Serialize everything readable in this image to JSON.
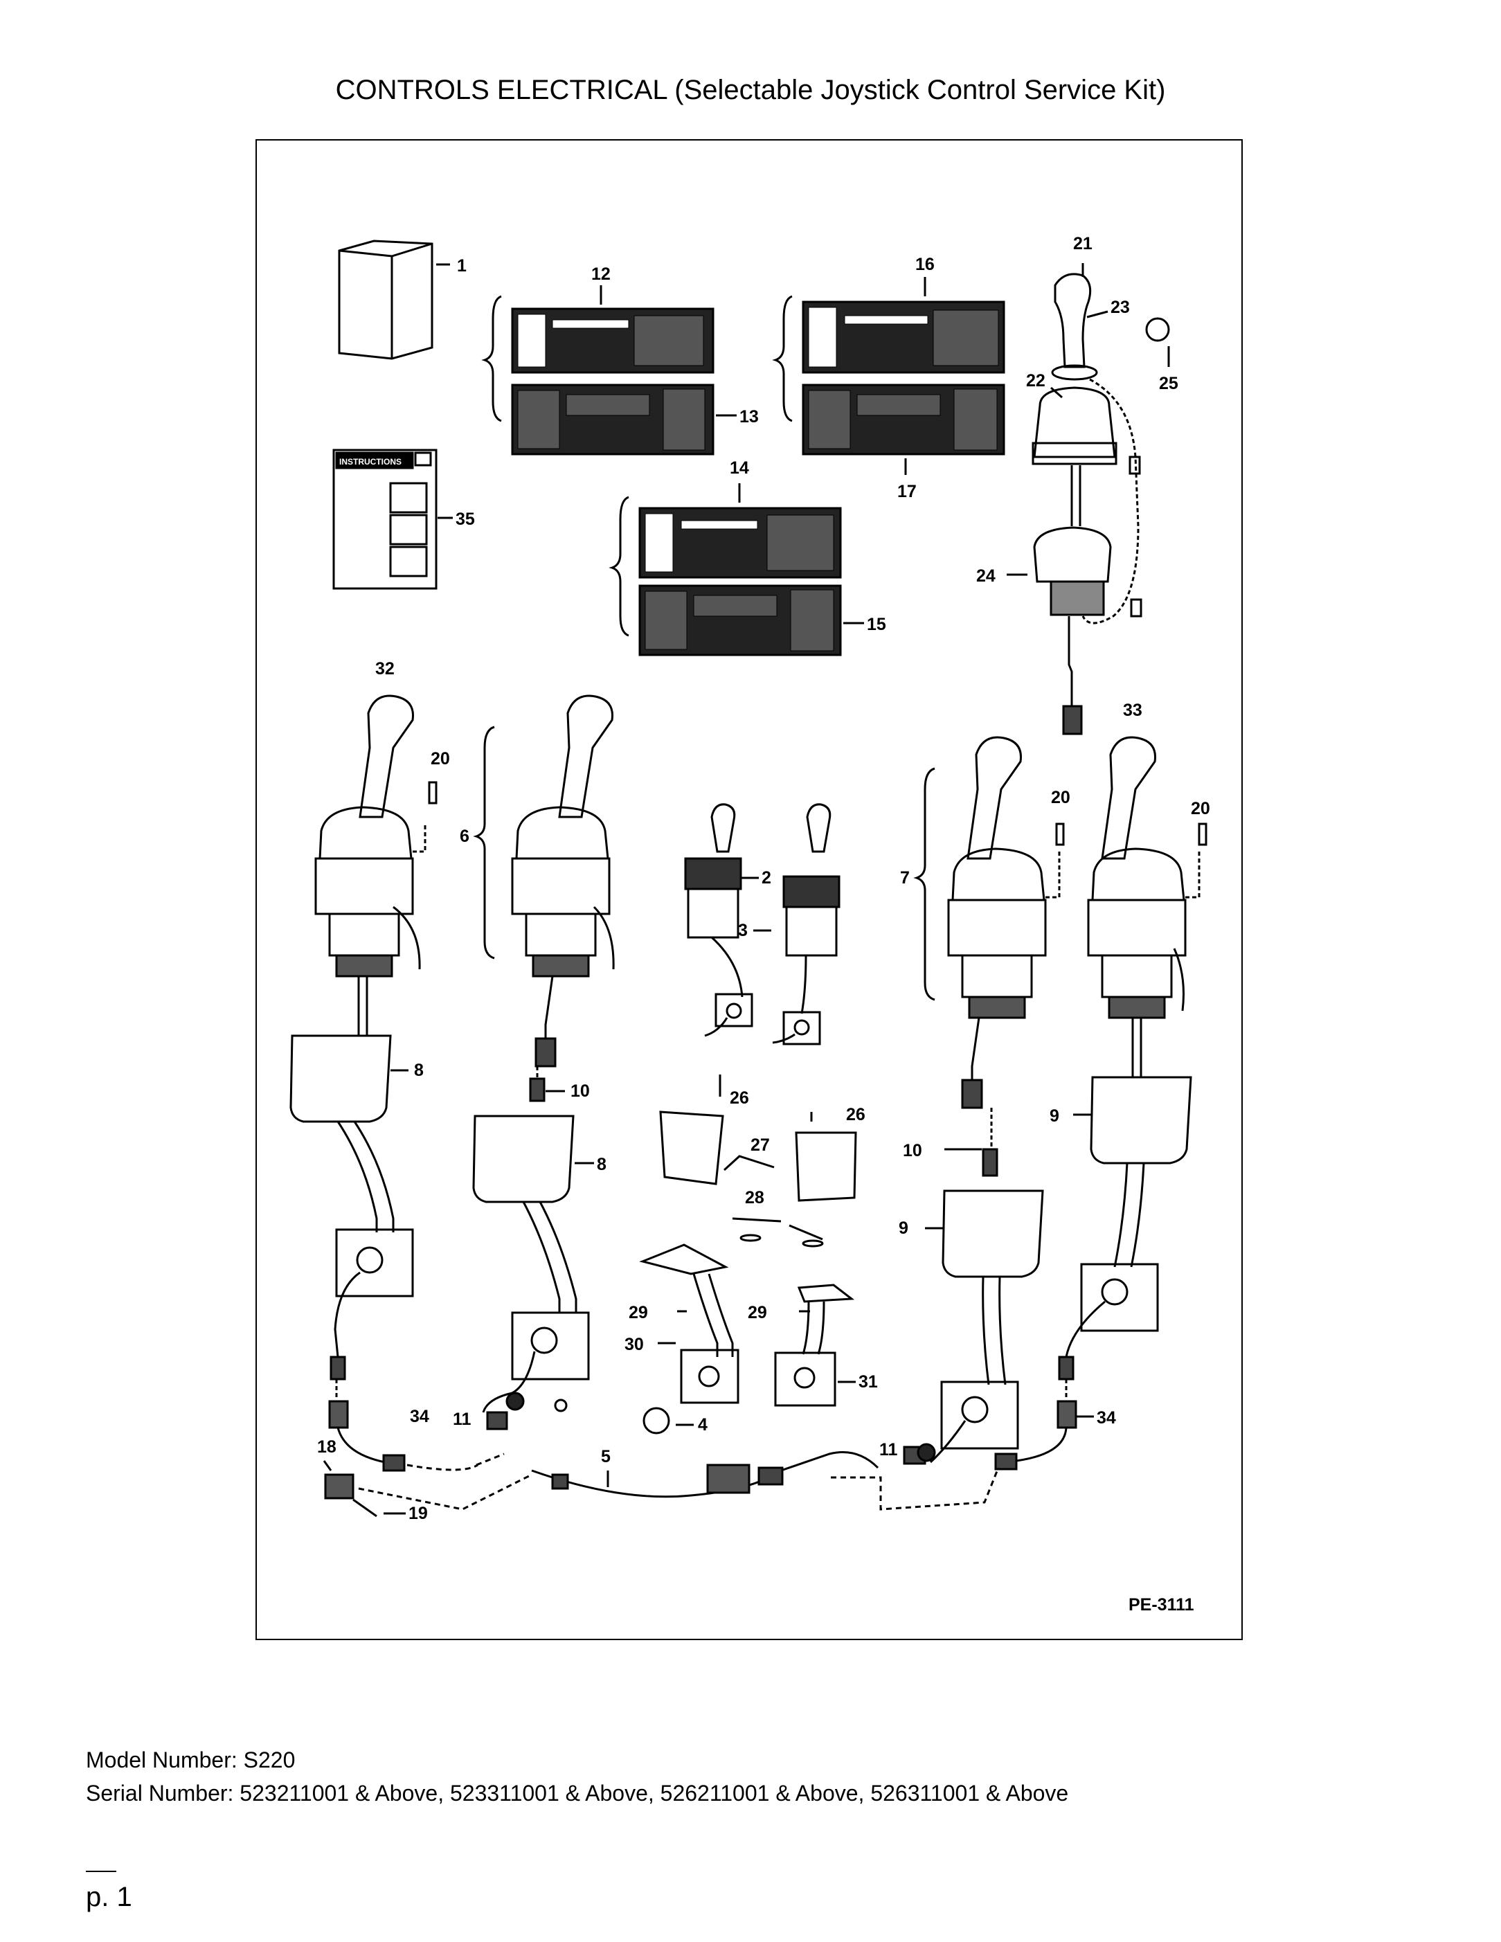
{
  "title": "CONTROLS ELECTRICAL (Selectable Joystick Control Service Kit)",
  "diagram": {
    "id_label": "PE-3111",
    "instructions_label": "INSTRUCTIONS",
    "callouts": [
      {
        "label": "1"
      },
      {
        "label": "12"
      },
      {
        "label": "16"
      },
      {
        "label": "21"
      },
      {
        "label": "23"
      },
      {
        "label": "22"
      },
      {
        "label": "25"
      },
      {
        "label": "13"
      },
      {
        "label": "35"
      },
      {
        "label": "14"
      },
      {
        "label": "17"
      },
      {
        "label": "24"
      },
      {
        "label": "15"
      },
      {
        "label": "32"
      },
      {
        "label": "33"
      },
      {
        "label": "20"
      },
      {
        "label": "20"
      },
      {
        "label": "20"
      },
      {
        "label": "6"
      },
      {
        "label": "2"
      },
      {
        "label": "3"
      },
      {
        "label": "7"
      },
      {
        "label": "8"
      },
      {
        "label": "10"
      },
      {
        "label": "26"
      },
      {
        "label": "26"
      },
      {
        "label": "27"
      },
      {
        "label": "28"
      },
      {
        "label": "9"
      },
      {
        "label": "10"
      },
      {
        "label": "8"
      },
      {
        "label": "9"
      },
      {
        "label": "29"
      },
      {
        "label": "29"
      },
      {
        "label": "30"
      },
      {
        "label": "31"
      },
      {
        "label": "34"
      },
      {
        "label": "11"
      },
      {
        "label": "4"
      },
      {
        "label": "11"
      },
      {
        "label": "34"
      },
      {
        "label": "18"
      },
      {
        "label": "5"
      },
      {
        "label": "19"
      }
    ]
  },
  "footer": {
    "model": "Model Number: S220",
    "serial": "Serial Number: 523211001 & Above, 523311001 & Above, 526211001 & Above, 526311001 & Above"
  },
  "page": "p. 1"
}
